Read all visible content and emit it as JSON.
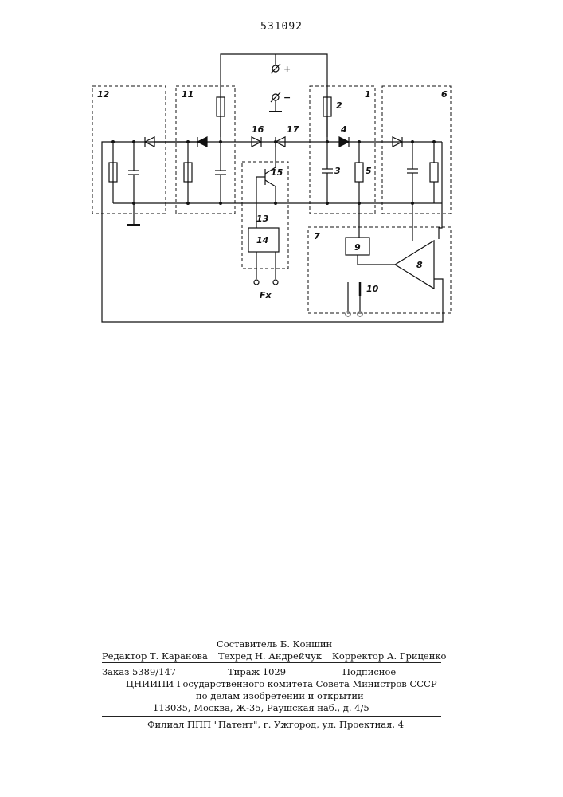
{
  "page_number": "531092",
  "labels": {
    "block_12": "12",
    "block_11": "11",
    "block_1": "1",
    "block_6": "6",
    "block_7": "7",
    "resistor_2": "2",
    "capacitor_3": "3",
    "diode_4": "4",
    "resistor_5": "5",
    "amplifier_8": "8",
    "block_9": "9",
    "switch_10": "10",
    "block_13": "13",
    "block_14": "14",
    "transistor_15": "15",
    "diode_16": "16",
    "diode_17": "17",
    "plus_terminal": "+",
    "minus_terminal": "−",
    "input_label": "Fx"
  },
  "footer": {
    "compiler": "Составитель Б. Коншин",
    "editor": "Редактор Т. Каранова",
    "techred": "Техред Н. Андрейчук",
    "corrector": "Корректор А. Гриценко",
    "order": "Заказ 5389/147",
    "circulation": "Тираж 1029",
    "subscription": "Подписное",
    "institute": "ЦНИИПИ Государственного комитета Совета Министров СССР",
    "institute_line2": "по делам изобретений и открытий",
    "address": "113035, Москва, Ж-35, Раушская наб., д. 4/5",
    "branch": "Филиал ППП \"Патент\", г. Ужгород, ул. Проектная, 4"
  }
}
